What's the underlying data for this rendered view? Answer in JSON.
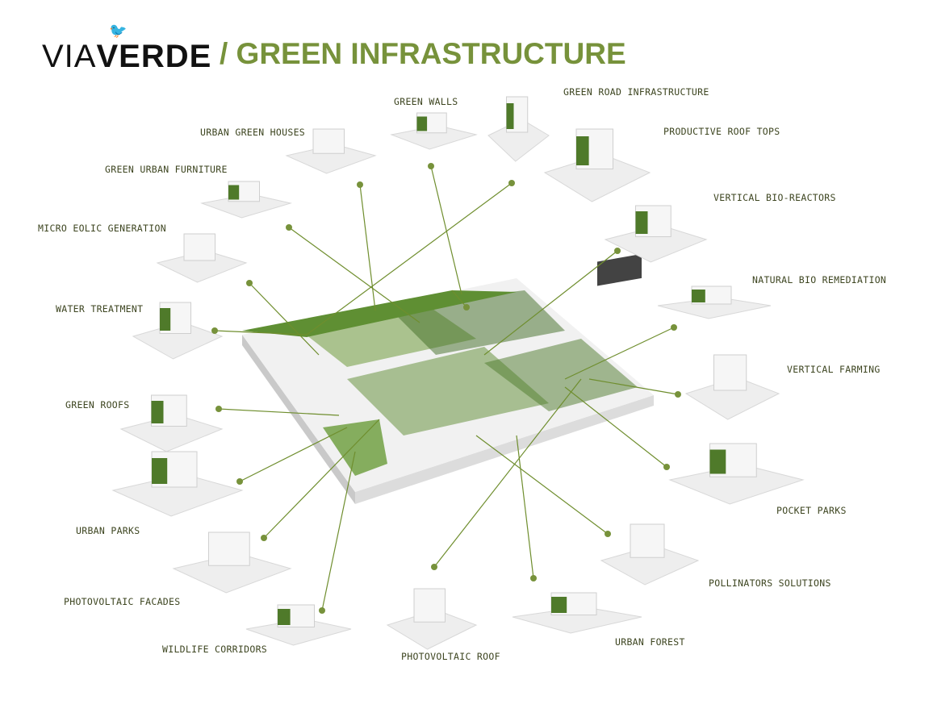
{
  "header": {
    "logo_light": "VIA",
    "logo_bold": "VERDE",
    "title": "/ GREEN INFRASTRUCTURE"
  },
  "colors": {
    "accent": "#77923b",
    "line": "#6f8e2e",
    "label": "#3d4520"
  },
  "labels": {
    "green_walls": "GREEN WALLS",
    "green_road": "GREEN ROAD INFRASTRUCTURE",
    "urban_green_houses": "URBAN GREEN HOUSES",
    "productive_roof_tops": "PRODUCTIVE ROOF TOPS",
    "green_urban_furniture": "GREEN URBAN FURNITURE",
    "vertical_bio_reactors": "VERTICAL BIO-REACTORS",
    "micro_eolic": "MICRO EOLIC GENERATION",
    "natural_bio_remediation": "NATURAL BIO REMEDIATION",
    "water_treatment": "WATER TREATMENT",
    "vertical_farming": "VERTICAL FARMING",
    "green_roofs": "GREEN ROOFS",
    "pocket_parks": "POCKET PARKS",
    "urban_parks": "URBAN PARKS",
    "pollinators": "POLLINATORS SOLUTIONS",
    "photovoltaic_facades": "PHOTOVOLTAIC FACADES",
    "urban_forest": "URBAN FOREST",
    "wildlife_corridors": "WILDLIFE CORRIDORS",
    "photovoltaic_roof": "PHOTOVOLTAIC ROOF"
  }
}
